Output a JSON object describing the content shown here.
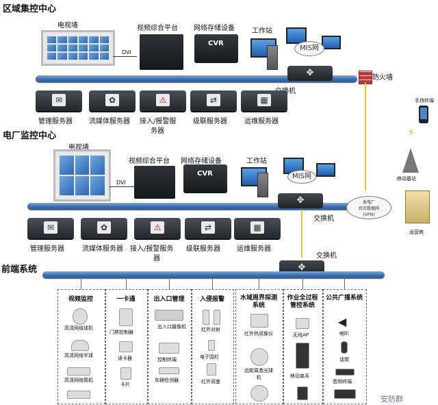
{
  "region": {
    "title": "区域集控中心",
    "tv_wall": "电视墙",
    "video_platform": "视频综合平台",
    "storage": "网络存储设备",
    "cvr": "CVR",
    "workstation": "工作站",
    "mis": "MIS网",
    "dvi": "DVI",
    "switch": "交换机",
    "firewall": "防火墙",
    "servers": [
      "管理服务器",
      "流媒体服务器",
      "接入/报警服",
      "级联服务器",
      "运维服务器"
    ],
    "server_extra": "务器"
  },
  "plant": {
    "title": "电厂监控中心",
    "tv_wall": "电视墙",
    "video_platform": "视频综合平台",
    "storage": "网络存储设备",
    "cvr": "CVR",
    "workstation": "工作站",
    "mis": "MIS网",
    "dvi": "DVI",
    "switch": "交换机",
    "servers": [
      "管理服务器",
      "流媒体服务器",
      "接入/报警服务",
      "级联服务器",
      "运维服务器"
    ],
    "server_extra": "器"
  },
  "right": {
    "phone": "手持终端",
    "base_station": "移动基站",
    "cloud_line1": "发电厂",
    "cloud_line2": "综合数据网",
    "cloud_line3": "(VPN)",
    "operator": "运营商"
  },
  "front": {
    "title": "前端系统",
    "switch": "交换机",
    "columns": [
      {
        "title": "视频监控",
        "items": [
          "高清网络球机",
          "高清网络半球",
          "高清网络筒机"
        ]
      },
      {
        "title": "一卡通",
        "items": [
          "门禁控制器",
          "读卡器",
          "卡片"
        ]
      },
      {
        "title": "出入口管理",
        "items": [
          "出入口摄像机",
          "控制终端",
          "车辆检测器"
        ]
      },
      {
        "title": "入侵报警",
        "items": [
          "红外对射",
          "电子围栏",
          "红外双鉴"
        ]
      },
      {
        "title": "水域周界探测系统",
        "items": [
          "红外热成像仪",
          "远距离激光球机"
        ]
      },
      {
        "title": "作业全过程管控系统",
        "items": [
          "无线AP",
          "移动单兵"
        ]
      },
      {
        "title": "公共广播系统",
        "items": [
          "喇叭",
          "话筒",
          "音频终端"
        ]
      }
    ]
  },
  "watermark": "安防群"
}
